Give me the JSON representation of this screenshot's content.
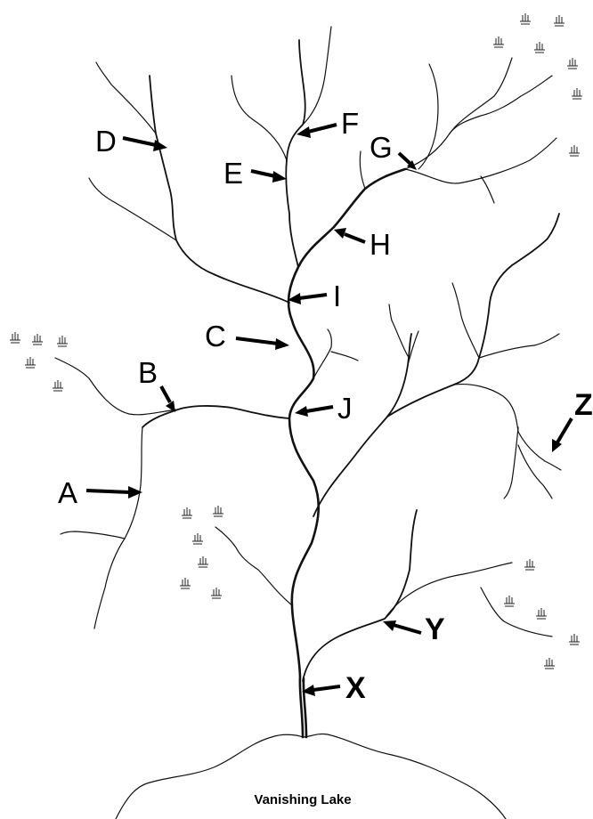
{
  "diagram": {
    "lake_label": "Vanishing Lake",
    "labels": {
      "A": "A",
      "B": "B",
      "C": "C",
      "D": "D",
      "E": "E",
      "F": "F",
      "G": "G",
      "H": "H",
      "I": "I",
      "J": "J",
      "X": "X",
      "Y": "Y",
      "Z": "Z"
    },
    "colors": {
      "line": "#111111",
      "background": "#ffffff"
    }
  }
}
